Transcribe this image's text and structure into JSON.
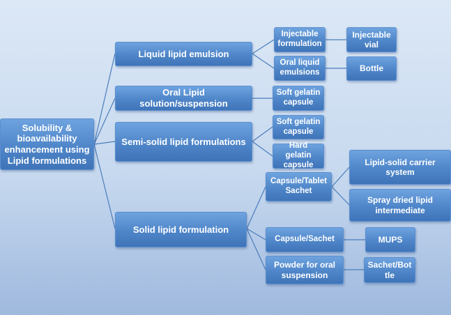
{
  "root": {
    "label": "Solubility &\nbioavailability\nenhancement using\nLipid formulations"
  },
  "branches": {
    "liquid_emulsion": {
      "label": "Liquid lipid emulsion",
      "injectable_formulation": "Injectable\nformulation",
      "injectable_vial": "Injectable\nvial",
      "oral_liquid_emulsions": "Oral liquid\nemulsions",
      "bottle": "Bottle"
    },
    "oral_solution": {
      "label": "Oral Lipid solution/suspension",
      "soft_gelatin_capsule": "Soft gelatin\ncapsule"
    },
    "semi_solid": {
      "label": "Semi-solid lipid formulations",
      "soft_gelatin_capsule": "Soft gelatin\ncapsule",
      "hard_gelatin_capsule": "Hard gelatin\ncapsule"
    },
    "solid": {
      "label": "Solid lipid formulation",
      "capsule_tablet_sachet": "Capsule/Tablet\nSachet",
      "lipid_solid_carrier": "Lipid-solid carrier\nsystem",
      "spray_dried_lipid": "Spray dried lipid\nintermediate",
      "capsule_sachet": "Capsule/Sachet",
      "mups": "MUPS",
      "powder_oral_suspension": "Powder for oral\nsuspension",
      "sachet_bottle": "Sachet/Bot\ntle"
    }
  }
}
